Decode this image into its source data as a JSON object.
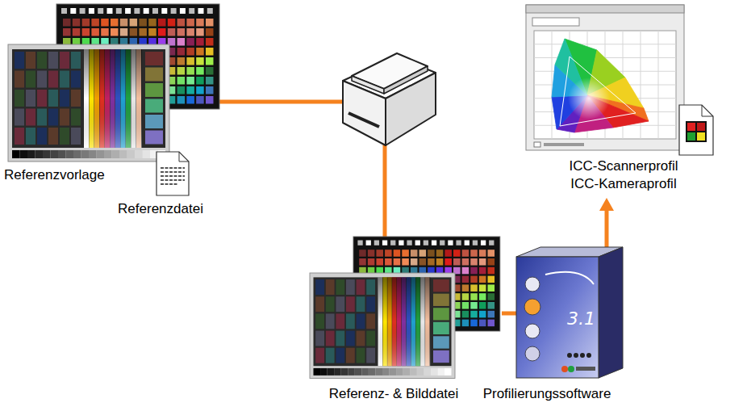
{
  "diagram": {
    "nodes": [
      {
        "text": [
          "Referenzvorlage"
        ]
      },
      {
        "text": [
          "Referenzdatei"
        ]
      },
      {
        "text": [
          "Referenz- & Bilddatei"
        ]
      },
      {
        "text": [
          "Profilierungssoftware"
        ]
      },
      {
        "text": [
          "ICC-Scannerprofil",
          "ICC-Kameraprofil"
        ]
      }
    ],
    "edges": [
      {
        "from": 0,
        "to": 2,
        "arrow": "none"
      },
      {
        "from": 2,
        "to": 3,
        "arrow": "none"
      },
      {
        "from": 3,
        "to": 4,
        "arrow": "to"
      }
    ],
    "labels": [
      "3.1"
    ]
  }
}
